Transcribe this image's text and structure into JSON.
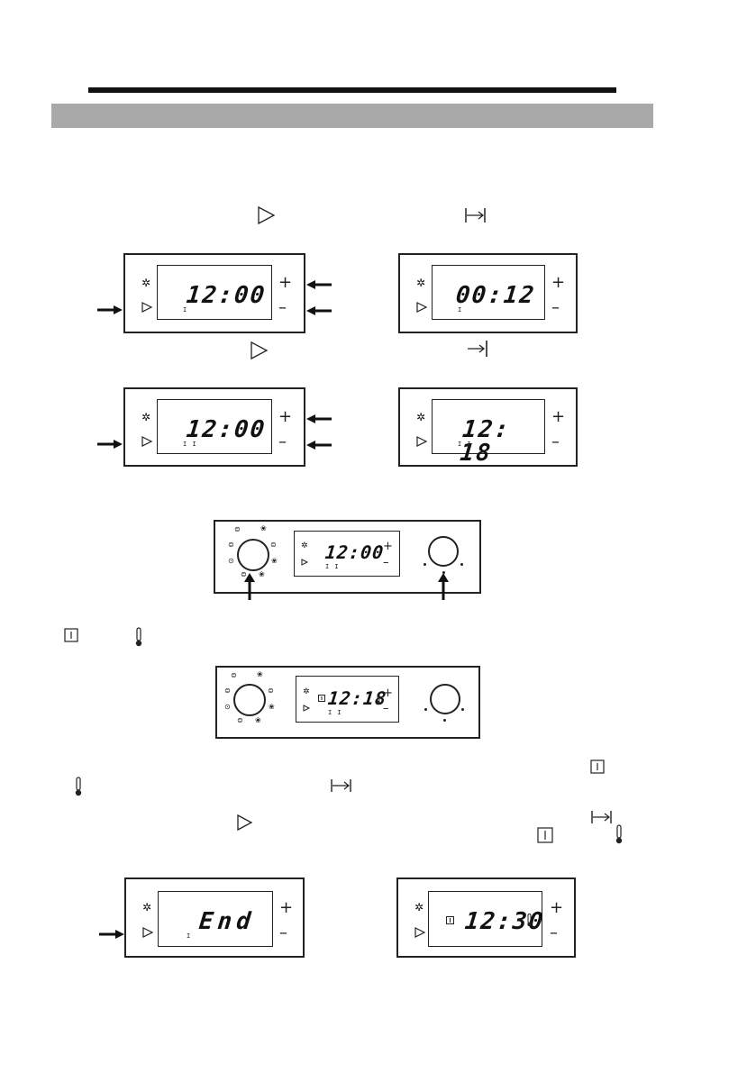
{
  "icons": {
    "play": "play-triangle-icon",
    "duration": "duration-icon",
    "end_time": "end-time-icon",
    "cooking": "cooking-pot-icon",
    "thermo": "thermometer-icon",
    "sun": "sun-icon"
  },
  "panels": [
    {
      "display": "12:00",
      "plus": "+",
      "minus": "–"
    },
    {
      "display": "00:12",
      "plus": "+",
      "minus": "–"
    },
    {
      "display": "12:00",
      "plus": "+",
      "minus": "–"
    },
    {
      "display": "12: 18",
      "plus": "+",
      "minus": "–"
    },
    {
      "display": "End",
      "plus": "+",
      "minus": "–"
    },
    {
      "display": "12:30",
      "plus": "+",
      "minus": "–"
    }
  ],
  "ovens": [
    {
      "display": "12:00",
      "plus": "+",
      "minus": "–"
    },
    {
      "display": "12:18",
      "plus": "+",
      "minus": "–"
    }
  ],
  "colors": {
    "ink": "#111111",
    "band": "#a9a9a9"
  }
}
